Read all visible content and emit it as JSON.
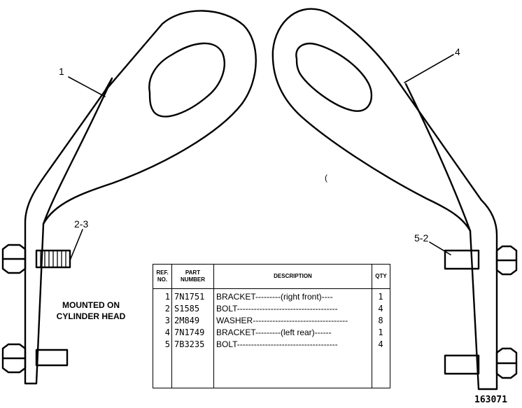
{
  "callouts": {
    "c1": "1",
    "c23": "2-3",
    "c4": "4",
    "c52": "5-2"
  },
  "note": {
    "line1": "MOUNTED ON",
    "line2": "CYLINDER HEAD"
  },
  "figure_number": "163071",
  "table": {
    "headers": {
      "ref": [
        "REF.",
        "NO."
      ],
      "part": [
        "PART",
        "NUMBER"
      ],
      "desc": "DESCRIPTION",
      "qty": "QTY"
    },
    "rows": [
      {
        "ref": "1",
        "part": "7N1751",
        "desc": "BRACKET---------(right front)----",
        "qty": "1"
      },
      {
        "ref": "2",
        "part": "S1585",
        "desc": "BOLT------------------------------------",
        "qty": "4"
      },
      {
        "ref": "3",
        "part": "2M849",
        "desc": "WASHER----------------------------------",
        "qty": "8"
      },
      {
        "ref": "4",
        "part": "7N1749",
        "desc": "BRACKET---------(left rear)------",
        "qty": "1"
      },
      {
        "ref": "5",
        "part": "7B3235",
        "desc": "BOLT------------------------------------",
        "qty": "4"
      }
    ]
  }
}
